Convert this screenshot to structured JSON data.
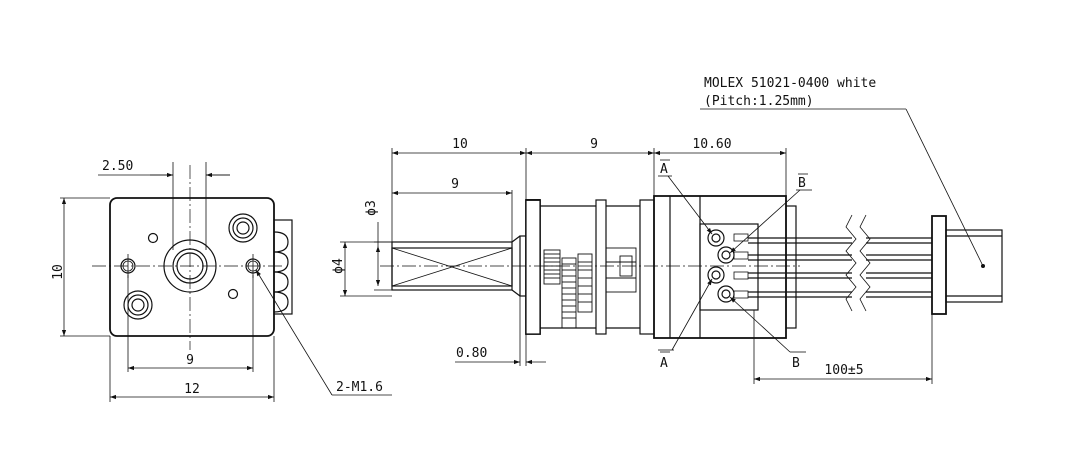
{
  "connector": {
    "line1": "MOLEX 51021-0400 white",
    "line2": "(Pitch:1.25mm)"
  },
  "dimensions": {
    "front_offset": "2.50",
    "front_height": "10",
    "front_hole_spacing": "9",
    "front_width": "12",
    "screw_callout": "2-M1.6",
    "shaft_length": "10",
    "gearbox_length": "9",
    "motor_length": "10.60",
    "flat_length": "9",
    "flat_dia": "ϕ3",
    "shaft_dia": "ϕ4",
    "plate_thickness": "0.80",
    "lead_length": "100±5"
  },
  "terminals": {
    "a_top": "A",
    "b_top": "B",
    "a_bottom": "A",
    "b_bottom": "B"
  }
}
